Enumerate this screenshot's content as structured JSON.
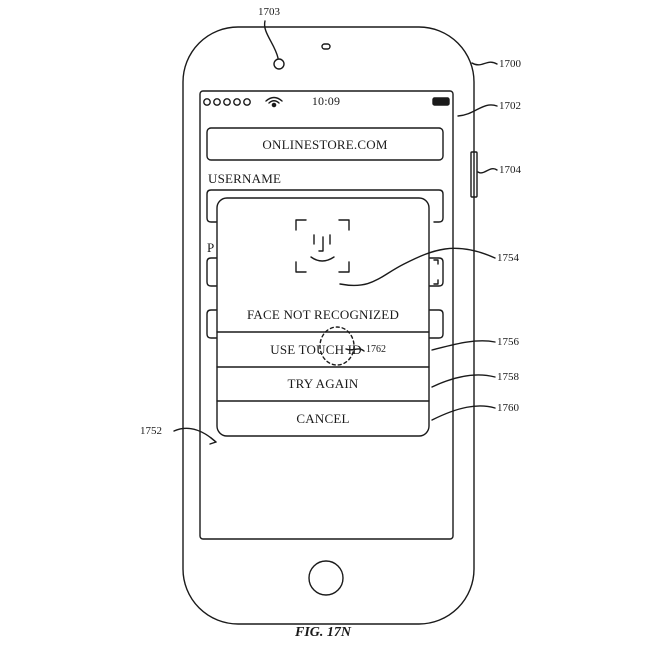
{
  "figure": {
    "caption": "FIG. 17N"
  },
  "status_bar": {
    "time": "10:09"
  },
  "app": {
    "url_field": "ONLINESTORE.COM",
    "username_label": "USERNAME",
    "password_label_partial": "P"
  },
  "face_id_dialog": {
    "message": "FACE  NOT RECOGNIZED",
    "use_touch_id": "USE TOUCH ID",
    "try_again": "TRY AGAIN",
    "cancel": "CANCEL"
  },
  "reference_numerals": {
    "device": "1700",
    "camera": "1703",
    "display": "1702",
    "side_button": "1704",
    "face_glyph": "1754",
    "use_touch_id_option": "1756",
    "try_again_option": "1758",
    "cancel_option": "1760",
    "touch_point": "1762",
    "dialog": "1752"
  },
  "colors": {
    "line": "#1a1a1a",
    "background": "#ffffff"
  }
}
